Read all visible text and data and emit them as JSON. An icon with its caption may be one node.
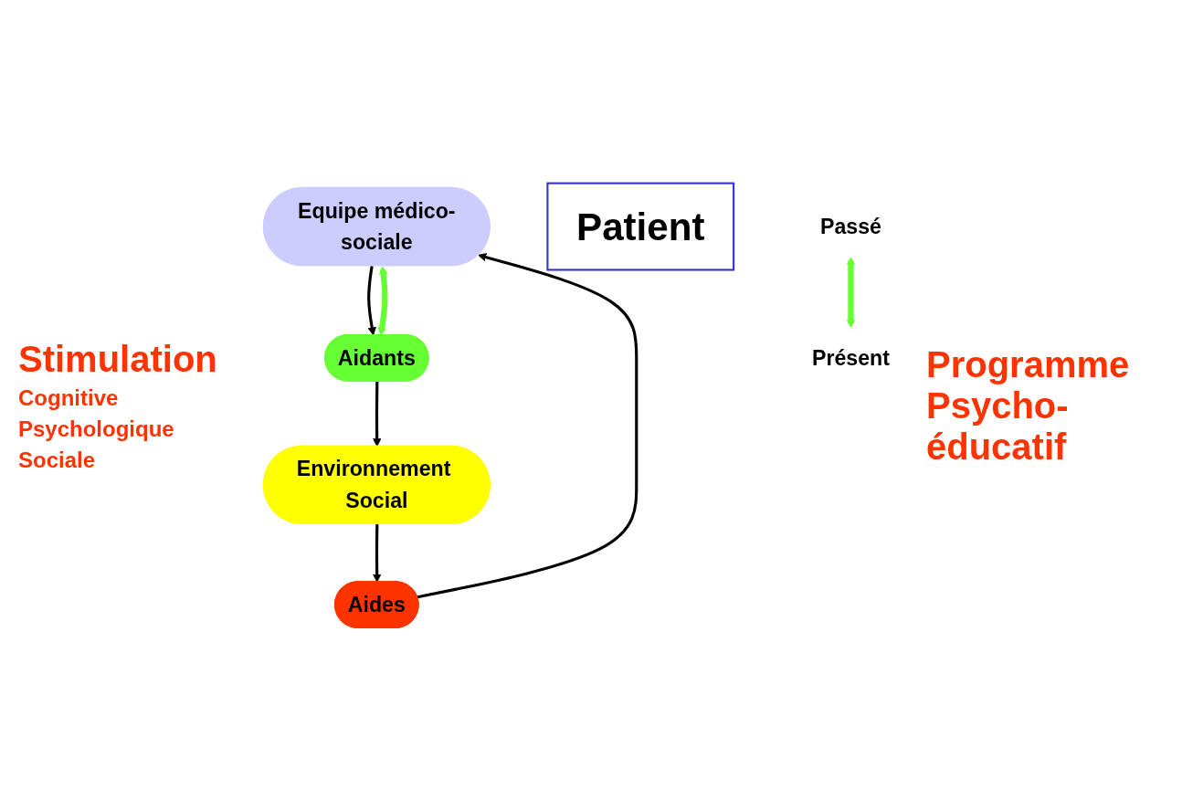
{
  "diagram": {
    "nodes": [
      {
        "text": [
          "Equipe médico-sociale"
        ]
      },
      {
        "text": [
          "Aidants"
        ]
      },
      {
        "text": [
          "Patient"
        ]
      },
      {
        "text": [
          "Passé"
        ]
      },
      {
        "text": [
          "Présent"
        ]
      },
      {
        "text": [
          "Aides"
        ]
      },
      {
        "text": [
          "Environnement Social"
        ]
      }
    ],
    "edges": [
      {
        "from": 0,
        "to": 1,
        "arrow": "to"
      },
      {
        "from": 0,
        "to": 1,
        "arrow": "both",
        "style": "thick",
        "color": "#66ff33"
      },
      {
        "from": 1,
        "to": 6,
        "arrow": "to"
      },
      {
        "from": 6,
        "to": 5,
        "arrow": "to"
      },
      {
        "from": 5,
        "to": 0,
        "arrow": "to"
      },
      {
        "from": 3,
        "to": 4,
        "arrow": "both",
        "style": "thick",
        "color": "#66ff33"
      }
    ],
    "labels": [
      "Stimulation",
      "Cognitive",
      "Psychologique",
      "Sociale",
      "Programme Psycho-éducatif"
    ]
  }
}
